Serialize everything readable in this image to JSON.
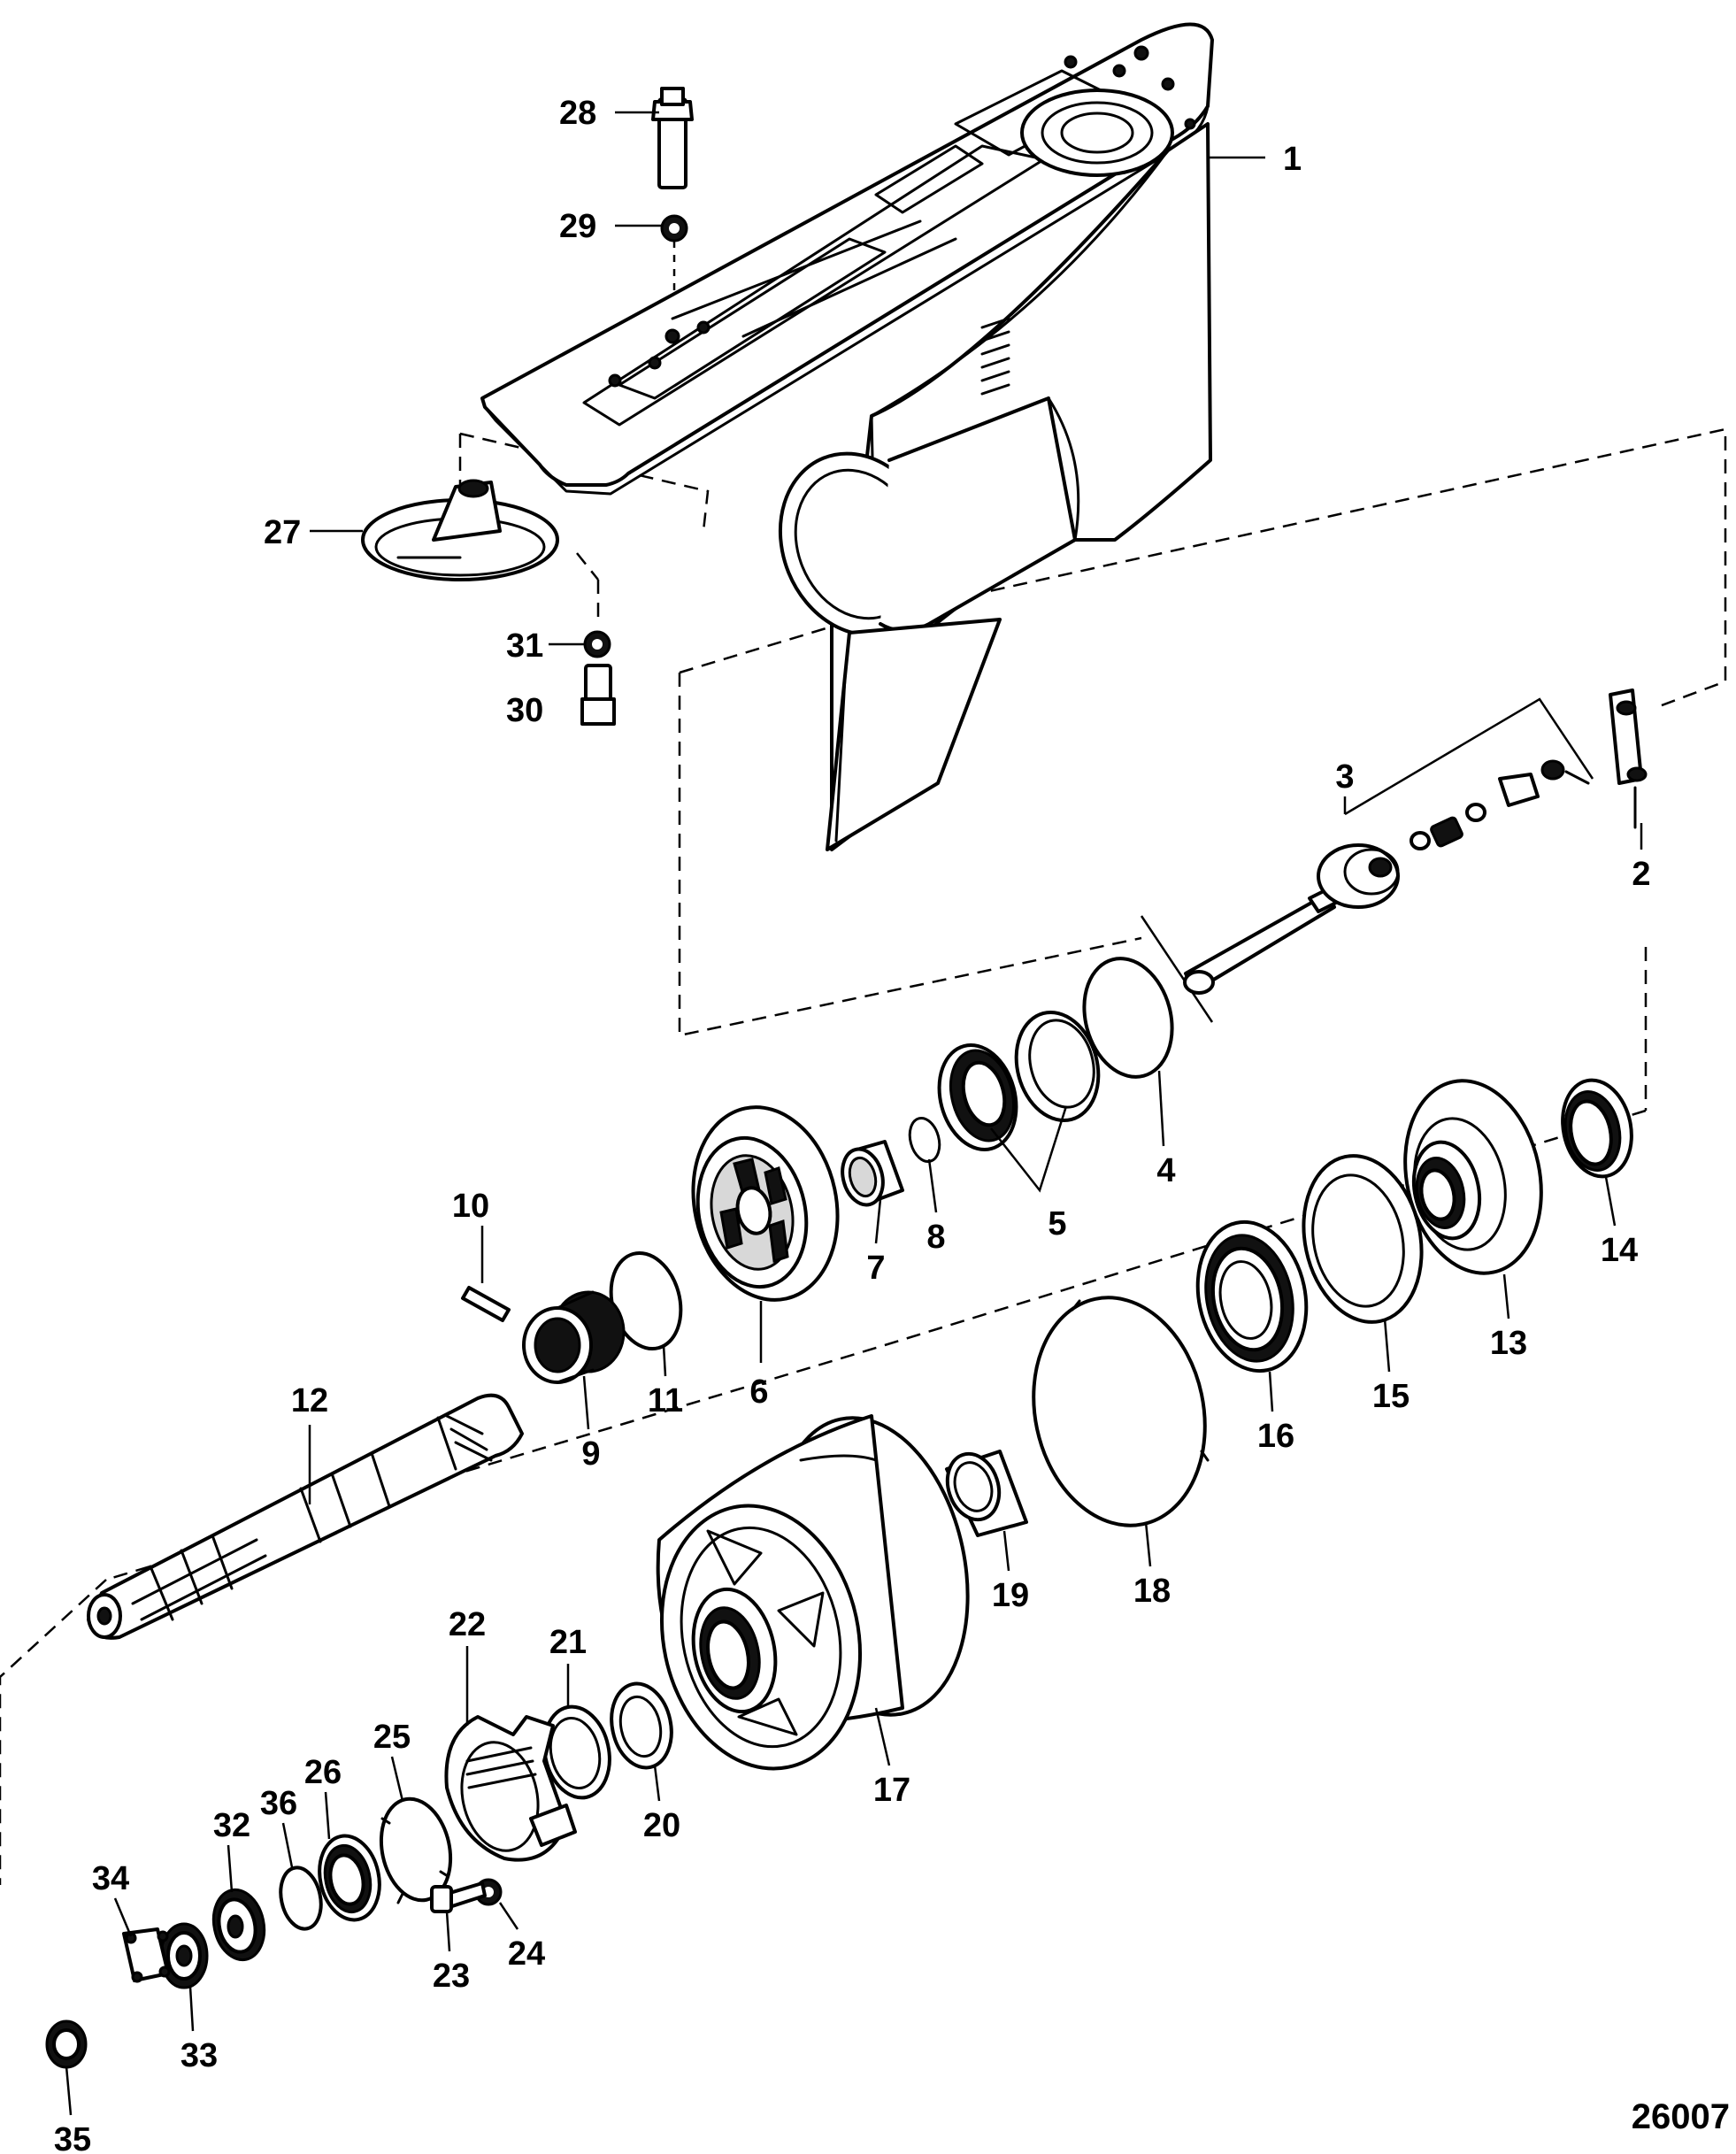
{
  "figure_id": "26007",
  "callouts": {
    "c1": "1",
    "c2": "2",
    "c3": "3",
    "c4": "4",
    "c5": "5",
    "c6": "6",
    "c7": "7",
    "c8": "8",
    "c9": "9",
    "c10": "10",
    "c11": "11",
    "c12": "12",
    "c13": "13",
    "c14": "14",
    "c15": "15",
    "c16": "16",
    "c17": "17",
    "c18": "18",
    "c19": "19",
    "c20": "20",
    "c21": "21",
    "c22": "22",
    "c23": "23",
    "c24": "24",
    "c25": "25",
    "c26": "26",
    "c27": "27",
    "c28": "28",
    "c29": "29",
    "c30": "30",
    "c31": "31",
    "c32": "32",
    "c33": "33",
    "c34": "34",
    "c35": "35",
    "c36": "36"
  }
}
